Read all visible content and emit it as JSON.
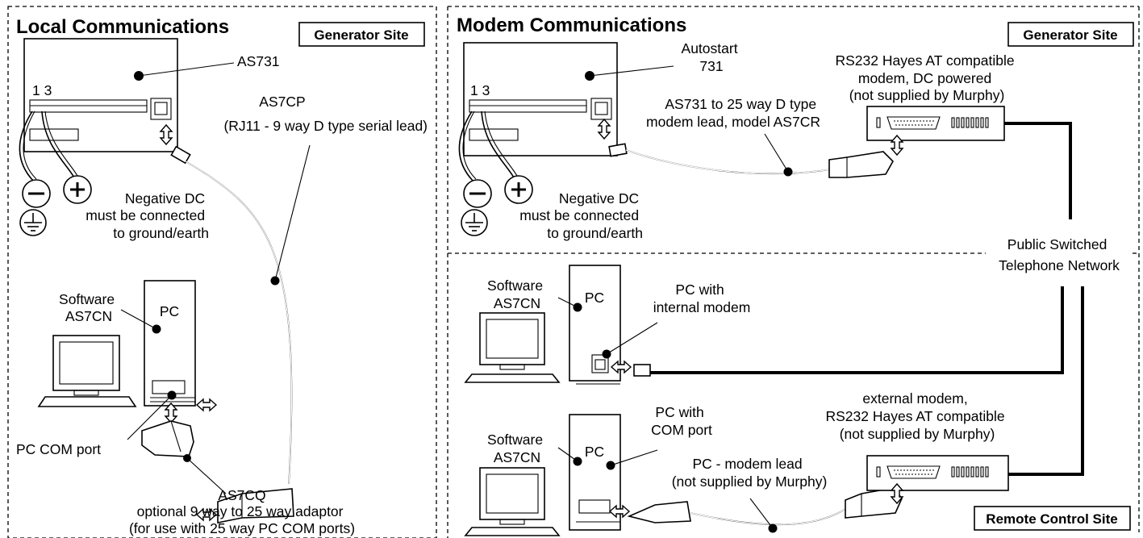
{
  "local": {
    "title": "Local Communications",
    "site_label": "Generator Site",
    "controller": "AS731",
    "terminal_numbers": "1 3",
    "serial_lead_name": "AS7CP",
    "serial_lead_desc": "(RJ11 - 9 way D type serial lead)",
    "ground_note": [
      "Negative DC",
      "must be connected",
      "to ground/earth"
    ],
    "software": [
      "Software",
      "AS7CN"
    ],
    "pc": "PC",
    "com_port": "PC COM port",
    "adaptor_name": "AS7CQ",
    "adaptor_desc": [
      "optional 9 way to 25 way adaptor",
      "(for use with 25 way PC COM ports)"
    ]
  },
  "modem": {
    "title": "Modem Communications",
    "site_label": "Generator Site",
    "controller": [
      "Autostart",
      "731"
    ],
    "terminal_numbers": "1 3",
    "modem_lead": [
      "AS731 to 25 way D type",
      "modem lead, model AS7CR"
    ],
    "gen_modem": [
      "RS232 Hayes AT compatible",
      "modem, DC powered",
      "(not supplied by Murphy)"
    ],
    "ground_note": [
      "Negative DC",
      "must be connected",
      "to ground/earth"
    ],
    "pstn": [
      "Public Switched",
      "Telephone Network"
    ],
    "software_1": [
      "Software",
      "AS7CN"
    ],
    "pc_1": "PC",
    "pc_internal": [
      "PC with",
      "internal modem"
    ],
    "software_2": [
      "Software",
      "AS7CN"
    ],
    "pc_2": "PC",
    "pc_com": [
      "PC with",
      "COM port"
    ],
    "ext_modem": [
      "external modem,",
      "RS232 Hayes AT compatible",
      "(not supplied by Murphy)"
    ],
    "pc_modem_lead": [
      "PC - modem lead",
      "(not supplied by Murphy)"
    ],
    "remote_site_label": "Remote Control Site"
  },
  "symbols": {
    "minus": "−",
    "plus": "+"
  }
}
